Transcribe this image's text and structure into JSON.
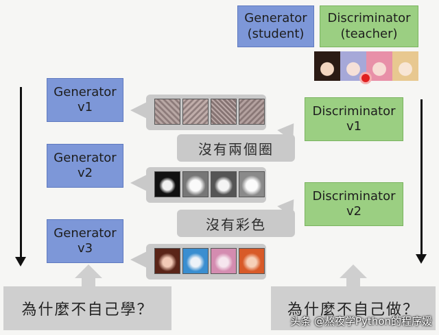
{
  "legend": {
    "generator_line1": "Generator",
    "generator_line2": "(student)",
    "discriminator_line1": "Discriminator",
    "discriminator_line2": "(teacher)"
  },
  "generators": [
    {
      "line1": "Generator",
      "line2": "v1"
    },
    {
      "line1": "Generator",
      "line2": "v2"
    },
    {
      "line1": "Generator",
      "line2": "v3"
    }
  ],
  "discriminators": [
    {
      "line1": "Discriminator",
      "line2": "v1"
    },
    {
      "line1": "Discriminator",
      "line2": "v2"
    }
  ],
  "callouts": {
    "no_two_circles": "沒有兩個圈",
    "no_color": "沒有彩色"
  },
  "questions": {
    "left": "為什麼不自己學？",
    "right": "為什麼不自己做？"
  },
  "watermark": "头条 @熬夜学Python的程序媛",
  "colors": {
    "generator": "#7d97d8",
    "discriminator": "#9bcf82",
    "callout": "#c9c9c9"
  }
}
